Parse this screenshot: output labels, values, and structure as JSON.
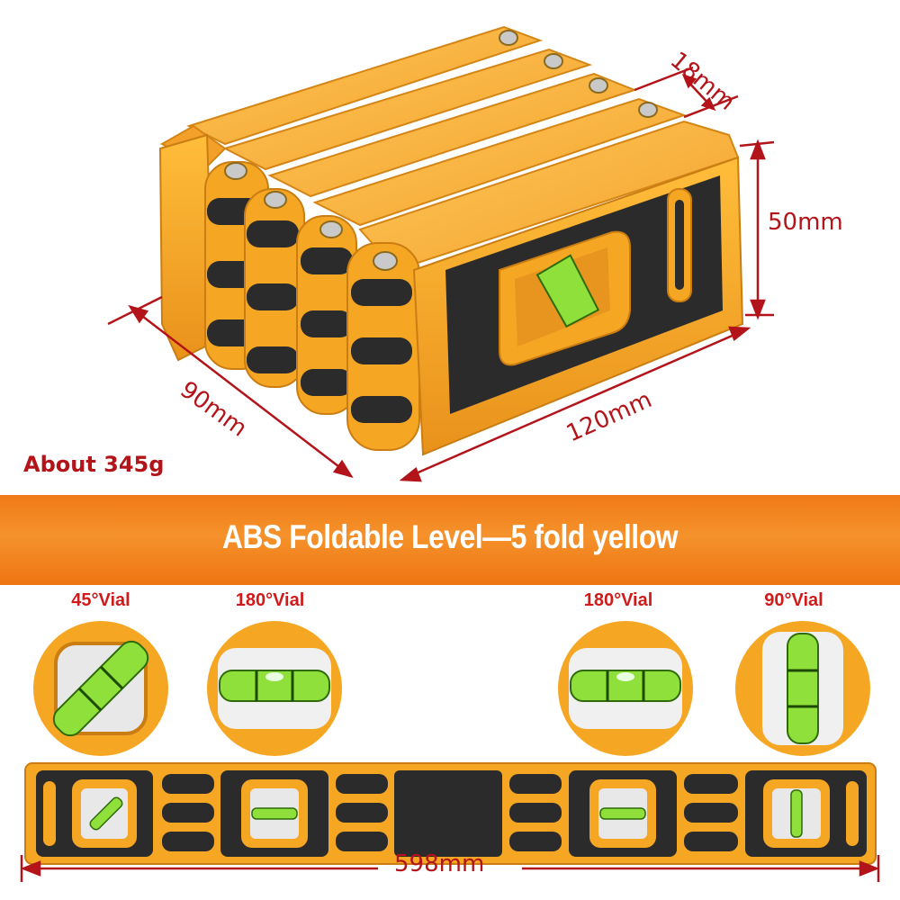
{
  "product": {
    "weight_label": "About 345g",
    "title": "ABS Foldable Level—5 fold yellow"
  },
  "dimensions": {
    "thickness": "18mm",
    "height": "50mm",
    "depth": "90mm",
    "width": "120mm",
    "length": "598mm"
  },
  "vials": [
    {
      "label": "45°Vial",
      "angle": 45
    },
    {
      "label": "180°Vial",
      "angle": 180
    },
    {
      "label": "180°Vial",
      "angle": 180
    },
    {
      "label": "90°Vial",
      "angle": 90
    }
  ],
  "colors": {
    "body_yellow": "#f5a623",
    "dark_panel": "#2b2b2b",
    "dimension_red": "#b3141a",
    "banner_orange": "#f07a17",
    "vial_green": "#8fe03a"
  }
}
